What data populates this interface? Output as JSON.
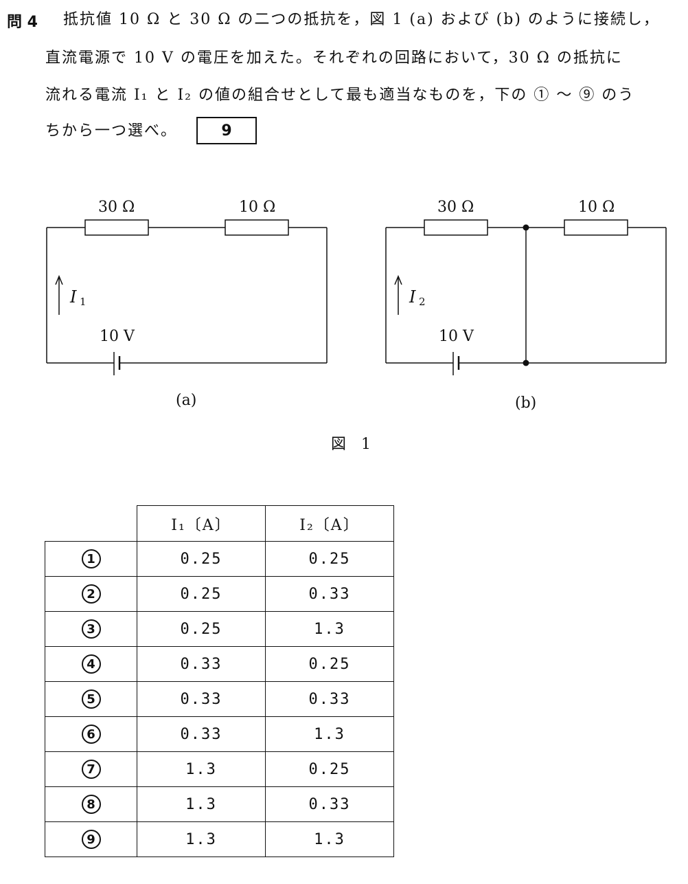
{
  "question": {
    "label": "問 4",
    "lines": [
      "抵抗値 10 Ω と 30 Ω の二つの抵抗を，図 1 (a) および (b) のように接続し，",
      "直流電源で 10 V の電圧を加えた。それぞれの回路において，30 Ω の抵抗に",
      "流れる電流 I₁ と I₂ の値の組合せとして最も適当なものを，下の ① ～ ⑨ のう",
      "ちから一つ選べ。"
    ],
    "answer_box": "9"
  },
  "figure": {
    "circuit_a": {
      "r1_label": "30 Ω",
      "r2_label": "10 Ω",
      "current_label": "I",
      "current_sub": "1",
      "voltage_label": "10 V",
      "caption": "(a)"
    },
    "circuit_b": {
      "r1_label": "30 Ω",
      "r2_label": "10 Ω",
      "current_label": "I",
      "current_sub": "2",
      "voltage_label": "10 V",
      "caption": "(b)"
    },
    "caption": "図　1"
  },
  "table": {
    "header_i1": "I₁〔A〕",
    "header_i2": "I₂〔A〕",
    "rows": [
      {
        "num": "1",
        "i1": "0.25",
        "i2": "0.25"
      },
      {
        "num": "2",
        "i1": "0.25",
        "i2": "0.33"
      },
      {
        "num": "3",
        "i1": "0.25",
        "i2": "1.3"
      },
      {
        "num": "4",
        "i1": "0.33",
        "i2": "0.25"
      },
      {
        "num": "5",
        "i1": "0.33",
        "i2": "0.33"
      },
      {
        "num": "6",
        "i1": "0.33",
        "i2": "1.3"
      },
      {
        "num": "7",
        "i1": "1.3",
        "i2": "0.25"
      },
      {
        "num": "8",
        "i1": "1.3",
        "i2": "0.33"
      },
      {
        "num": "9",
        "i1": "1.3",
        "i2": "1.3"
      }
    ]
  }
}
